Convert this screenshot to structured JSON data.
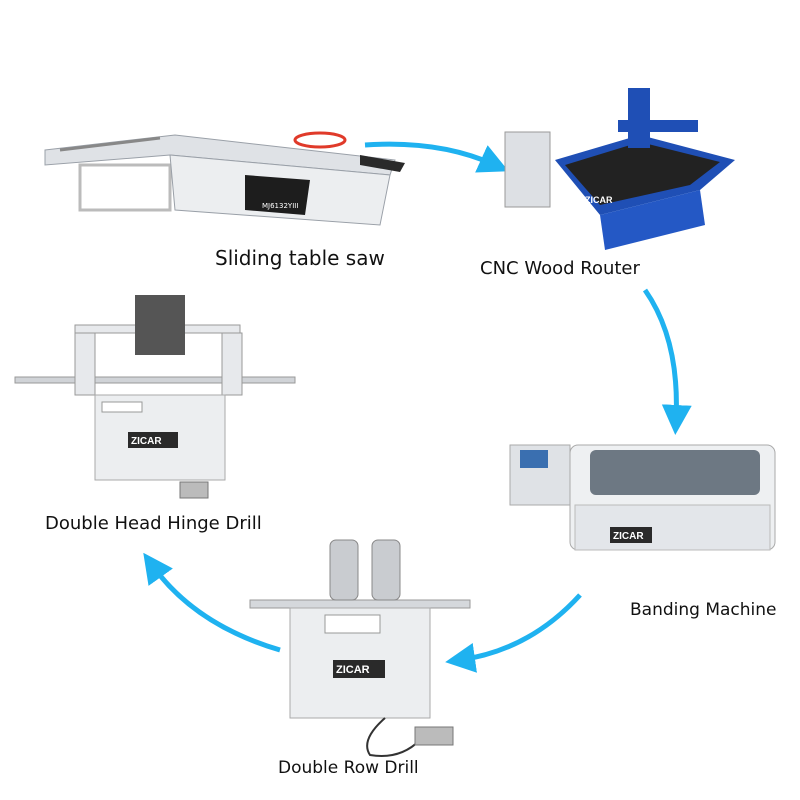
{
  "colors": {
    "arrow": "#1fb2f0",
    "machine_body": "#e9ebee",
    "machine_blue": "#1f4fb5",
    "logo_bg": "#2a2a2a"
  },
  "brand": "ZICAR",
  "machines": [
    {
      "id": "saw",
      "label": "Sliding table saw",
      "model_plate": "MJ6132YIII"
    },
    {
      "id": "cnc",
      "label": "CNC Wood Router"
    },
    {
      "id": "banding",
      "label": "Banding Machine"
    },
    {
      "id": "row-drill",
      "label": "Double Row Drill"
    },
    {
      "id": "hinge-drill",
      "label": "Double Head Hinge Drill"
    }
  ]
}
